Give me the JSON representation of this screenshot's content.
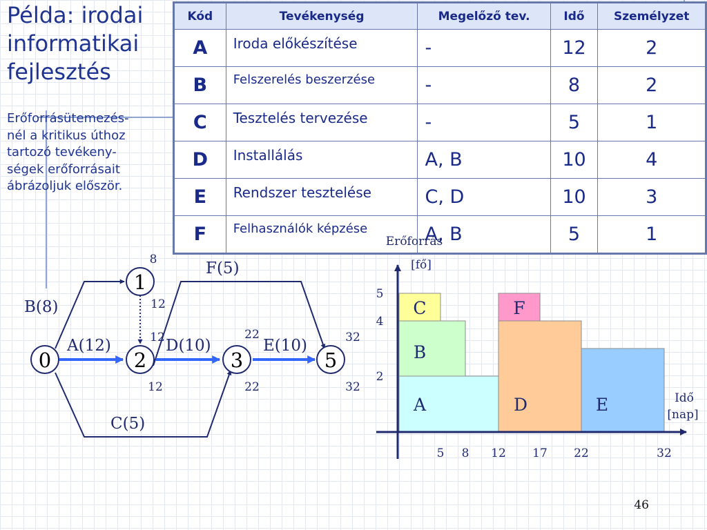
{
  "title_lines": [
    "Példa: irodai",
    "informatikai",
    "fejlesztés"
  ],
  "description_lines": [
    "Erőforrásütemezés-",
    "nél a kritikus úthoz",
    "tartozó tevékeny-",
    "ségek erőforrásait",
    "ábrázoljuk először."
  ],
  "table": {
    "headers": [
      "Kód",
      "Tevékenység",
      "Megelőző tev.",
      "Idő",
      "Személyzet"
    ],
    "rows": [
      {
        "code": "A",
        "activity": "Iroda előkészítése",
        "pred": "-",
        "time": "12",
        "staff": "2"
      },
      {
        "code": "B",
        "activity": "Felszerelés beszerzése",
        "pred": "-",
        "time": "8",
        "staff": "2"
      },
      {
        "code": "C",
        "activity": "Tesztelés tervezése",
        "pred": "-",
        "time": "5",
        "staff": "1"
      },
      {
        "code": "D",
        "activity": "Installálás",
        "pred": "A, B",
        "time": "10",
        "staff": "4"
      },
      {
        "code": "E",
        "activity": "Rendszer tesztelése",
        "pred": "C, D",
        "time": "10",
        "staff": "3"
      },
      {
        "code": "F",
        "activity": "Felhasználók képzése",
        "pred": "A, B",
        "time": "5",
        "staff": "1"
      }
    ]
  },
  "network": {
    "nodes": [
      {
        "id": "0",
        "label": "0"
      },
      {
        "id": "1",
        "label": "1",
        "above": "8"
      },
      {
        "id": "2",
        "label": "2",
        "above": "12",
        "below": "12"
      },
      {
        "id": "3",
        "label": "3",
        "above": "22",
        "below": "22"
      },
      {
        "id": "5",
        "label": "5",
        "above": "32",
        "below": "32"
      }
    ],
    "dummy_label": "12",
    "edges": [
      {
        "id": "B",
        "label": "B(8)"
      },
      {
        "id": "A",
        "label": "A(12)"
      },
      {
        "id": "C",
        "label": "C(5)"
      },
      {
        "id": "D",
        "label": "D(10)"
      },
      {
        "id": "E",
        "label": "E(10)"
      },
      {
        "id": "F",
        "label": "F(5)"
      }
    ]
  },
  "resource_chart": {
    "y_label_lines": [
      "Erőforrás",
      "[fő]"
    ],
    "x_label_lines": [
      "Idő",
      "[nap]"
    ],
    "x_ticks": [
      "5",
      "8",
      "12",
      "17",
      "22",
      "32"
    ],
    "y_ticks": [
      "2",
      "4",
      "5"
    ],
    "blocks": [
      {
        "label": "A",
        "x0": 0,
        "x1": 12,
        "y0": 0,
        "y1": 2,
        "color": "#ccffff"
      },
      {
        "label": "B",
        "x0": 0,
        "x1": 8,
        "y0": 2,
        "y1": 4,
        "color": "#ccffcc"
      },
      {
        "label": "C",
        "x0": 0,
        "x1": 5,
        "y0": 4,
        "y1": 5,
        "color": "#ffff99"
      },
      {
        "label": "D",
        "x0": 12,
        "x1": 22,
        "y0": 0,
        "y1": 4,
        "color": "#ffcc99"
      },
      {
        "label": "F",
        "x0": 12,
        "x1": 17,
        "y0": 4,
        "y1": 5,
        "color": "#ff99cc"
      },
      {
        "label": "E",
        "x0": 22,
        "x1": 32,
        "y0": 0,
        "y1": 3,
        "color": "#99ccff"
      }
    ]
  },
  "page_number": "46"
}
